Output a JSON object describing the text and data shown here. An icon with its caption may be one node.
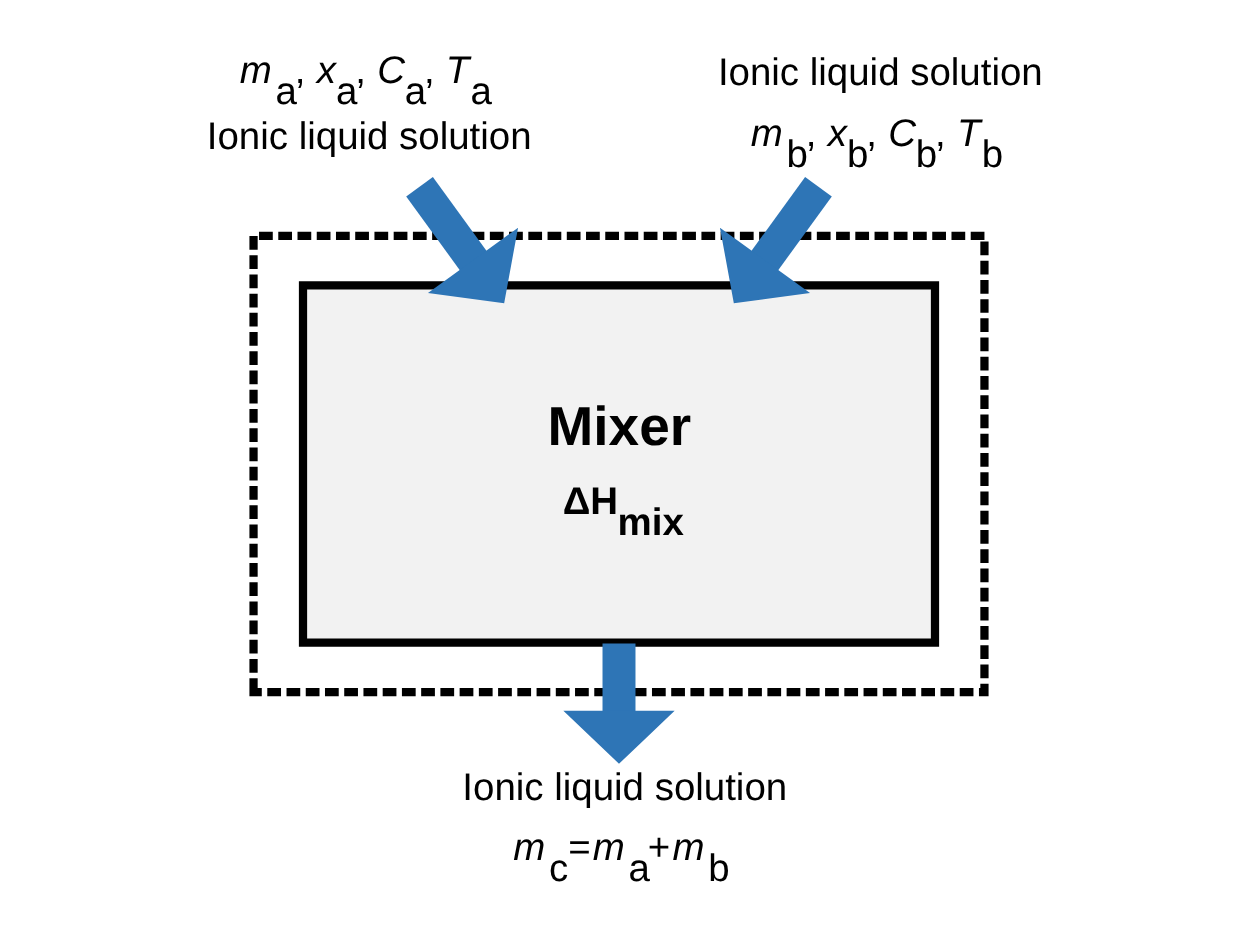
{
  "diagram": {
    "nodes": [
      {
        "text": [],
        "shape": "box"
      },
      {
        "text": [
          "Mixer",
          "ΔH$_{mix}$"
        ],
        "in": 0
      },
      {
        "text": [
          "*m*$_{a}$, *x*$_{a}$, *C*$_{a}$, *T*$_{a}$",
          "Ionic liquid solution"
        ]
      },
      {
        "text": [
          "Ionic liquid solution",
          "*m*$_{b}$, *x*$_{b}$, *C*$_{b}$, *T*$_{b}$"
        ]
      },
      {
        "text": [
          "Ionic liquid solution",
          "*m*$_{c}$=*m*$_{a}$+*m*$_{b}$"
        ]
      }
    ],
    "edges": [
      {
        "from": 2,
        "to": 1,
        "arrow": "to"
      },
      {
        "from": 3,
        "to": 1,
        "arrow": "to"
      },
      {
        "from": 1,
        "to": 4,
        "arrow": "to"
      }
    ]
  }
}
